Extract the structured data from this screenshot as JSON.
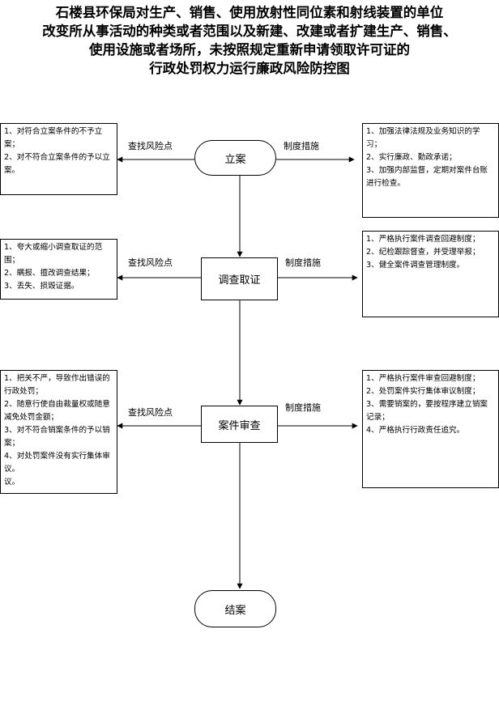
{
  "title": {
    "lines": [
      "石楼县环保局对生产、销售、使用放射性同位素和射线装置的单位",
      "改变所从事活动的种类或者范围以及新建、改建或者扩建生产、销售、",
      "使用设施或者场所，未按照规定重新申请领取许可证的",
      "行政处罚权力运行廉政风险防控图"
    ]
  },
  "labels": {
    "risk": "查找风险点",
    "measures": "制度措施"
  },
  "steps": [
    {
      "name": "立案",
      "risks": [
        "1、对符合立案条件的不予立案；",
        "2、对不符合立案条件的予以立案。"
      ],
      "measures": [
        "1、加强法律法规及业务知识的学习；",
        "2、实行廉政、勤政承诺；",
        "3、加强内部监督，定期对案件台账进行检查。"
      ]
    },
    {
      "name": "调查取证",
      "risks": [
        "1、夸大或缩小调查取证的范围；",
        "2、瞒报、擅改调查结果；",
        "3、丢失、损毁证据。"
      ],
      "measures": [
        "1、严格执行案件调查回避制度；",
        "2、纪检跟踪督查，并受理举报；",
        "3、健全案件调查管理制度。"
      ]
    },
    {
      "name": "案件审查",
      "risks": [
        "1、把关不严，导致作出错误的行政处罚；",
        "2、随意行使自由裁量权或随意减免处罚金额；",
        "3、对不符合销案条件的予以销案；",
        "4、对处罚案件没有实行集体审议。",
        "议。"
      ],
      "measures": [
        "1、严格执行案件审查回避制度；",
        "2、处罚案件实行集体审议制度；",
        "3、需要销案的，要按程序建立销案记录；",
        "4、严格执行行政责任追究。"
      ]
    }
  ],
  "end": {
    "name": "结案"
  }
}
